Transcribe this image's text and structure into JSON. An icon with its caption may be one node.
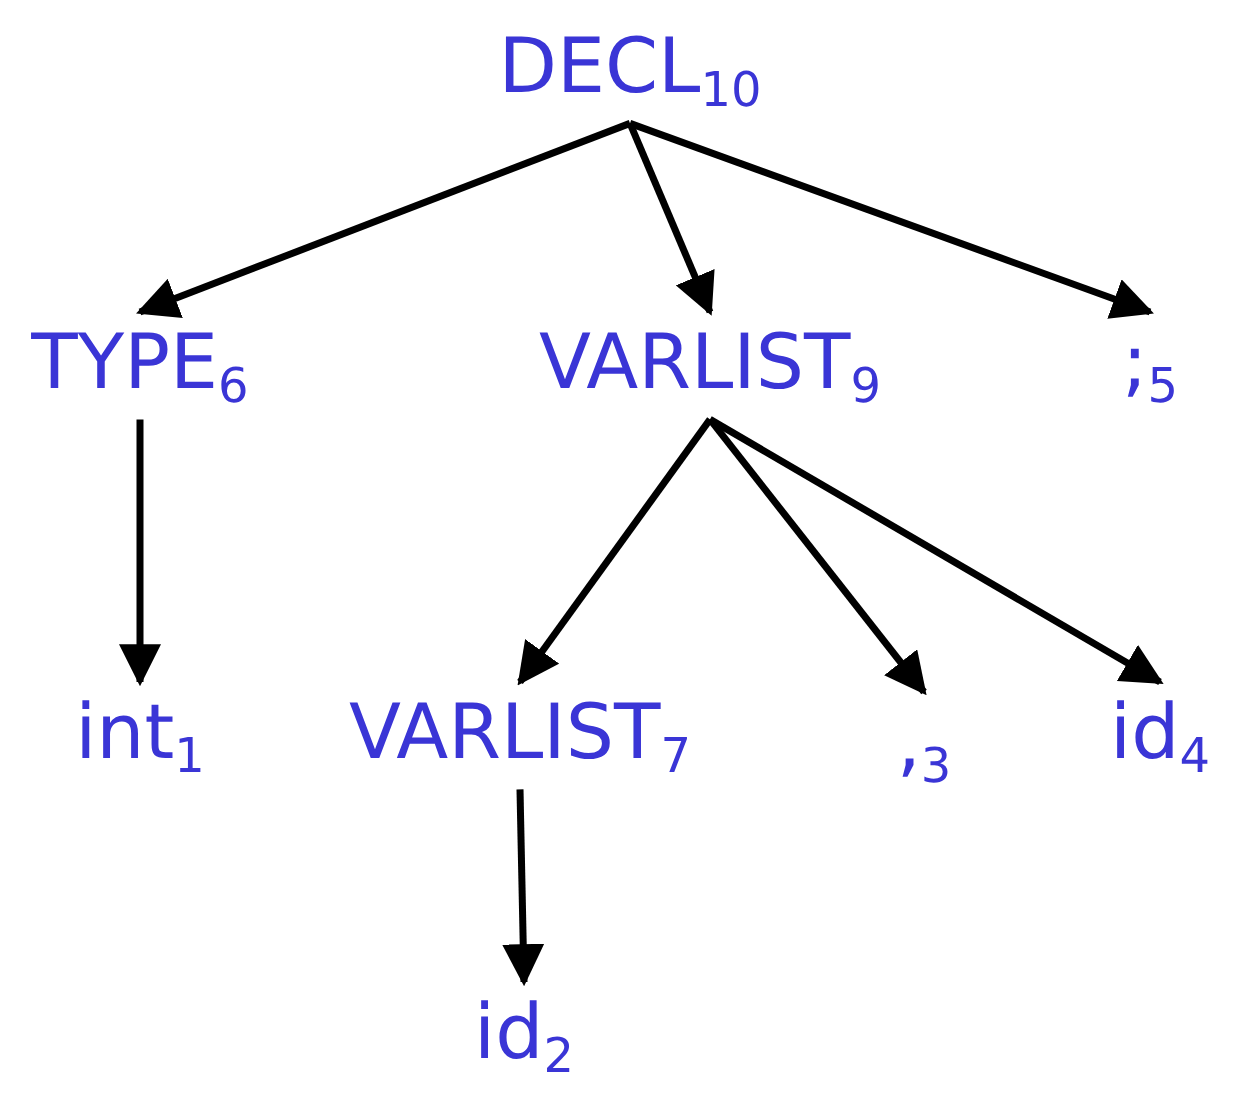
{
  "diagram": {
    "nodes": [
      {
        "text": [
          "DECL$_{10}$"
        ]
      },
      {
        "text": [
          "TYPE$_{6}$"
        ]
      },
      {
        "text": [
          "VARLIST$_{9}$"
        ]
      },
      {
        "text": [
          ";$_{5}$"
        ]
      },
      {
        "text": [
          "int$_{1}$"
        ]
      },
      {
        "text": [
          "VARLIST$_{7}$"
        ]
      },
      {
        "text": [
          ",$_{3}$"
        ]
      },
      {
        "text": [
          "id$_{4}$"
        ]
      },
      {
        "text": [
          "id$_{2}$"
        ]
      }
    ],
    "edges": [
      {
        "from": 0,
        "to": 1,
        "arrow": "to"
      },
      {
        "from": 0,
        "to": 2,
        "arrow": "to"
      },
      {
        "from": 0,
        "to": 3,
        "arrow": "to"
      },
      {
        "from": 1,
        "to": 4,
        "arrow": "to"
      },
      {
        "from": 2,
        "to": 5,
        "arrow": "to"
      },
      {
        "from": 2,
        "to": 6,
        "arrow": "to"
      },
      {
        "from": 2,
        "to": 7,
        "arrow": "to"
      },
      {
        "from": 5,
        "to": 8,
        "arrow": "to"
      }
    ]
  }
}
